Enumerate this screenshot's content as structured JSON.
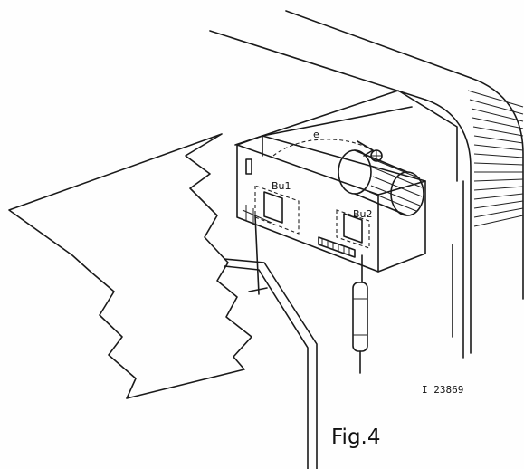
{
  "figure": {
    "caption": "Fig.4",
    "reference_number": "I 23869"
  },
  "labels": {
    "connector_1": "Bu1",
    "connector_2": "Bu2",
    "marker_e": "e"
  }
}
